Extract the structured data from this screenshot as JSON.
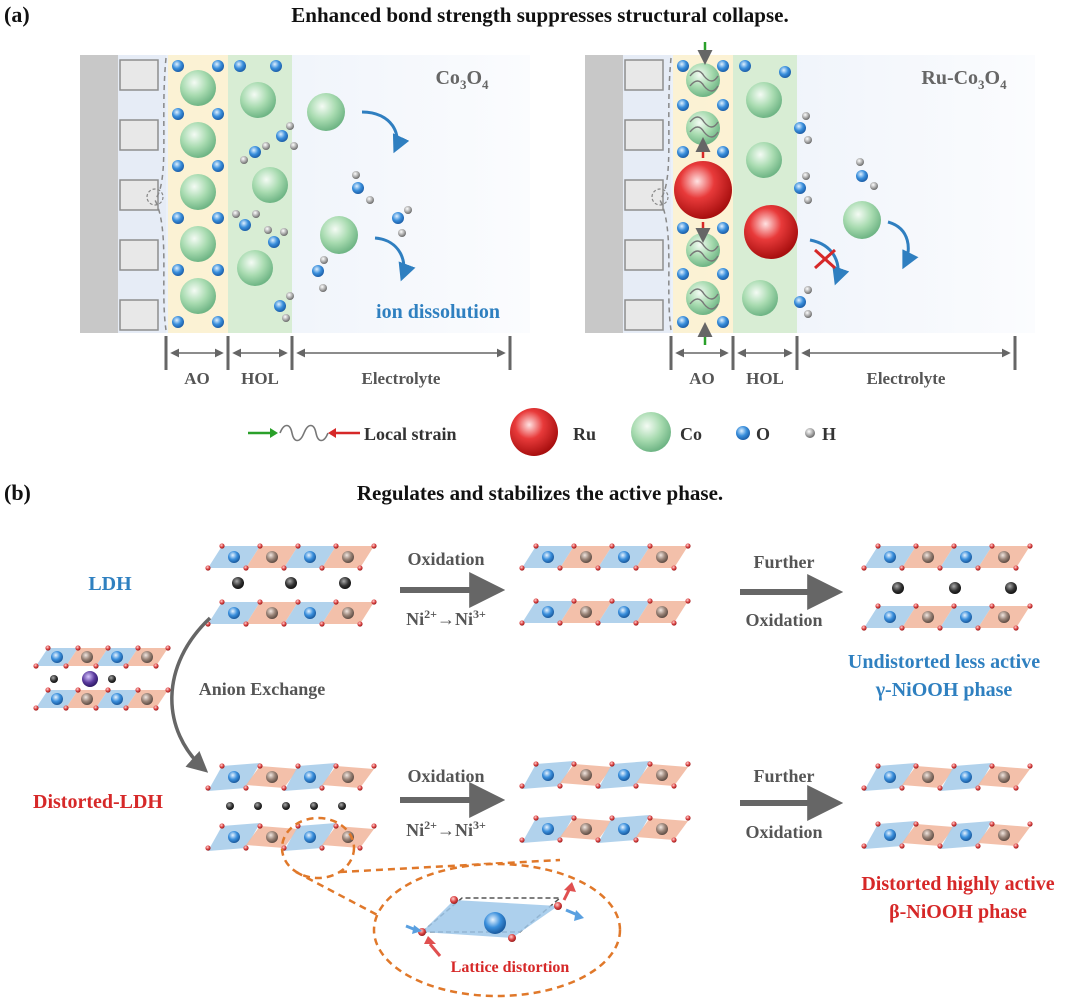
{
  "panel_a": {
    "letter": "(a)",
    "title": "Enhanced bond strength suppresses structural collapse.",
    "left": {
      "material_base": "Co",
      "material_sub1": "3",
      "material_mid": "O",
      "material_sub2": "4",
      "dissolution_label": "ion dissolution"
    },
    "right": {
      "material_prefix": "Ru-Co",
      "material_sub1": "3",
      "material_mid": "O",
      "material_sub2": "4"
    },
    "regions": {
      "ao": "AO",
      "hol": "HOL",
      "electrolyte": "Electrolyte"
    },
    "legend": {
      "strain": "Local strain",
      "ru": "Ru",
      "co": "Co",
      "o": "O",
      "h": "H"
    }
  },
  "panel_b": {
    "letter": "(b)",
    "title": "Regulates and stabilizes the active phase.",
    "ldh_label": "LDH",
    "distorted_ldh_label": "Distorted-LDH",
    "anion_exchange": "Anion Exchange",
    "oxidation": "Oxidation",
    "ni_base1": "Ni",
    "ni_sup1": "2+",
    "ni_arrow": "→",
    "ni_base2": "Ni",
    "ni_sup2": "3+",
    "further": "Further",
    "further_oxidation": "Oxidation",
    "gamma_line1": "Undistorted less active",
    "gamma_line2": "γ-NiOOH phase",
    "beta_line1": "Distorted highly active",
    "beta_line2": "β-NiOOH phase",
    "lattice_distortion": "Lattice distortion"
  },
  "colors": {
    "blue_text": "#2f80c0",
    "red_text": "#d62828",
    "co_green": "#8fcf9a",
    "ru_red": "#d42020",
    "o_blue": "#2e7fd0",
    "h_gray": "#888888",
    "tile_blue": "#a9cdea",
    "tile_orange": "#f2b9a1",
    "arrow_gray": "#666666"
  }
}
